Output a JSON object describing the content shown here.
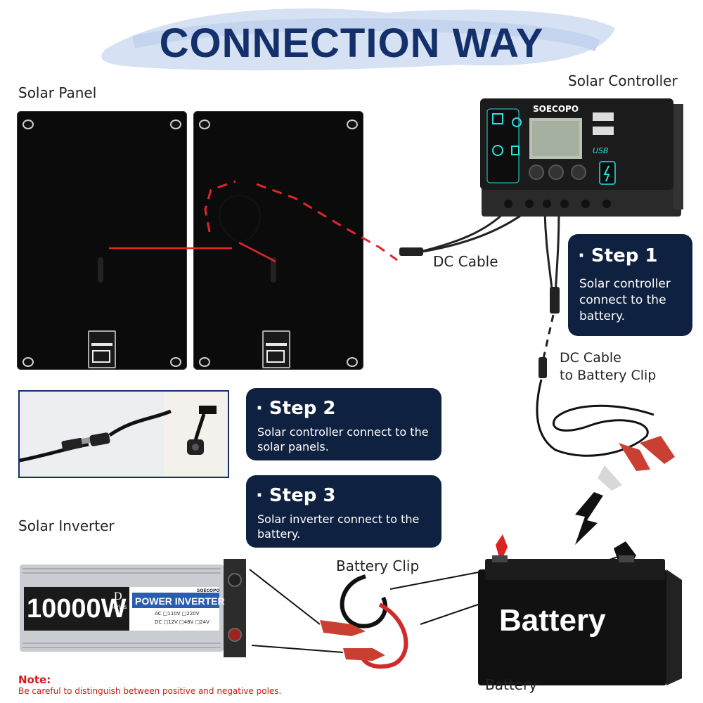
{
  "title": "CONNECTION WAY",
  "labels": {
    "solar_panel": "Solar Panel",
    "solar_controller": "Solar Controller",
    "dc_cable": "DC Cable",
    "dc_cable_battery_clip_line1": "DC Cable",
    "dc_cable_battery_clip_line2": "to Battery Clip",
    "solar_inverter": "Solar Inverter",
    "battery_clip": "Battery Clip",
    "battery": "Battery"
  },
  "steps": [
    {
      "title": "· Step 1",
      "text_lines": [
        "Solar controller",
        "connect to the",
        "battery."
      ]
    },
    {
      "title": "· Step 2",
      "text_lines": [
        "Solar controller connect to the",
        "solar panels."
      ]
    },
    {
      "title": "· Step 3",
      "text_lines": [
        "Solar inverter connect to the",
        "battery."
      ]
    }
  ],
  "controller": {
    "brand": "SOECOPO",
    "usb": "USB"
  },
  "inverter": {
    "wattage": "10000W",
    "series_letter": "D",
    "series_word": "Series",
    "brand": "SOECOPO",
    "product": "POWER INVERTER",
    "ac_line": "AC □110V □220V",
    "dc_line": "DC □12V □48V □24V"
  },
  "battery_body": {
    "text": "Battery"
  },
  "note": {
    "title": "Note:",
    "text": "Be careful to distinguish between positive and negative poles."
  },
  "colors": {
    "title": "#13306b",
    "step_bg": "#0f2140",
    "note": "#d21818",
    "dash_line": "#e0262a"
  }
}
